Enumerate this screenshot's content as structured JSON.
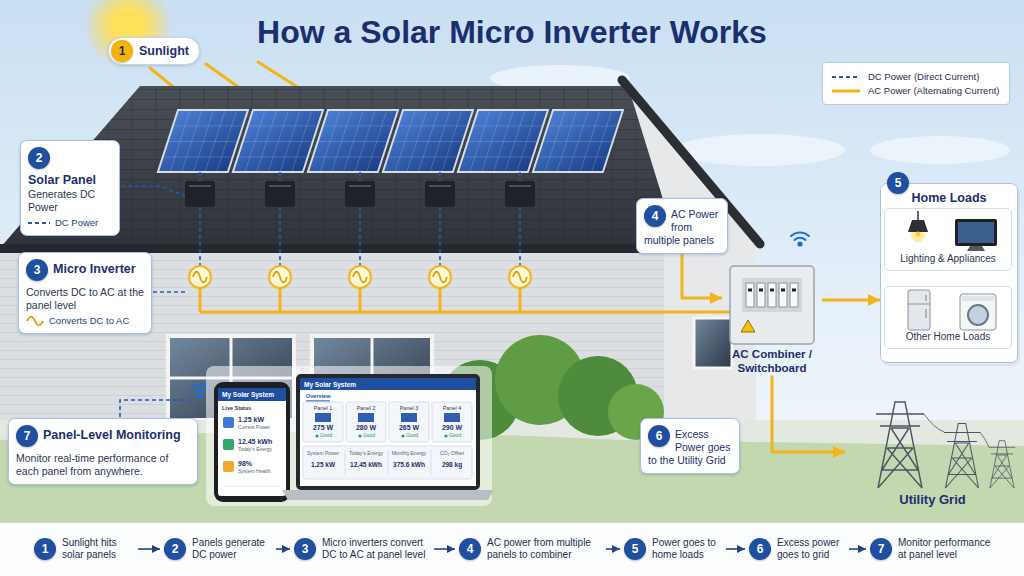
{
  "diagram": {
    "title": "How a Solar Micro Inverter Works",
    "nodes": [
      {
        "text": [
          "1",
          "Sunlight"
        ]
      },
      {
        "text": [
          "2",
          "Solar Panel",
          "Generates DC Power",
          "DC Power"
        ]
      },
      {
        "text": [
          "3",
          "Micro Inverter",
          "Converts DC to AC at the panel level",
          "Converts DC to AC"
        ]
      },
      {
        "text": [
          "4",
          "AC Power from multiple panels"
        ]
      },
      {
        "text": [
          "5",
          "Home Loads"
        ]
      },
      {
        "text": [
          "Lighting & Appliances"
        ],
        "in": 4
      },
      {
        "text": [
          "Other Home Loads"
        ],
        "in": 4
      },
      {
        "text": [
          "AC Combiner / Switchboard"
        ]
      },
      {
        "text": [
          "6",
          "Excess Power goes to the Utility Grid"
        ]
      },
      {
        "text": [
          "Utility Grid"
        ]
      },
      {
        "text": [
          "7",
          "Panel-Level Monitoring",
          "Monitor real-time performance of each panel from anywhere."
        ]
      },
      {
        "text": [
          "1",
          "Sunlight hits solar panels"
        ]
      },
      {
        "text": [
          "2",
          "Panels generate DC power"
        ]
      },
      {
        "text": [
          "3",
          "Micro inverters convert DC to AC at panel level"
        ]
      },
      {
        "text": [
          "4",
          "AC power from multiple panels to combiner"
        ]
      },
      {
        "text": [
          "5",
          "Power goes to home loads"
        ]
      },
      {
        "text": [
          "6",
          "Excess power goes to grid"
        ]
      },
      {
        "text": [
          "7",
          "Monitor performance at panel level"
        ]
      }
    ],
    "edges": [
      {
        "from": 3,
        "to": 7,
        "arrow": "to"
      },
      {
        "from": 7,
        "to": 4,
        "arrow": "to"
      },
      {
        "from": 7,
        "to": 9,
        "arrow": "to"
      },
      {
        "from": 11,
        "to": 12,
        "arrow": "to"
      },
      {
        "from": 12,
        "to": 13,
        "arrow": "to"
      },
      {
        "from": 13,
        "to": 14,
        "arrow": "to"
      },
      {
        "from": 14,
        "to": 15,
        "arrow": "to"
      },
      {
        "from": 15,
        "to": 16,
        "arrow": "to"
      },
      {
        "from": 16,
        "to": 17,
        "arrow": "to"
      }
    ],
    "labels": [
      "My Solar System",
      "Live Status",
      "1.25 kW",
      "Current Power",
      "12.45 kWh",
      "Today's Energy",
      "98%",
      "System Health",
      "My Solar System",
      "Overview",
      "Panel 1",
      "275 W",
      "Good",
      "Panel 2",
      "280 W",
      "Good",
      "Panel 3",
      "265 W",
      "Good",
      "Panel 4",
      "290 W",
      "Good",
      "System Power",
      "1.25 kW",
      "Today's Energy",
      "12.45 kWh",
      "Monthly Energy",
      "375.6 kWh",
      "CO₂ Offset",
      "298 kg"
    ],
    "legend": [
      {
        "text": "DC Power (Direct Current)"
      },
      {
        "text": "AC Power (Alternating Current)"
      }
    ]
  }
}
